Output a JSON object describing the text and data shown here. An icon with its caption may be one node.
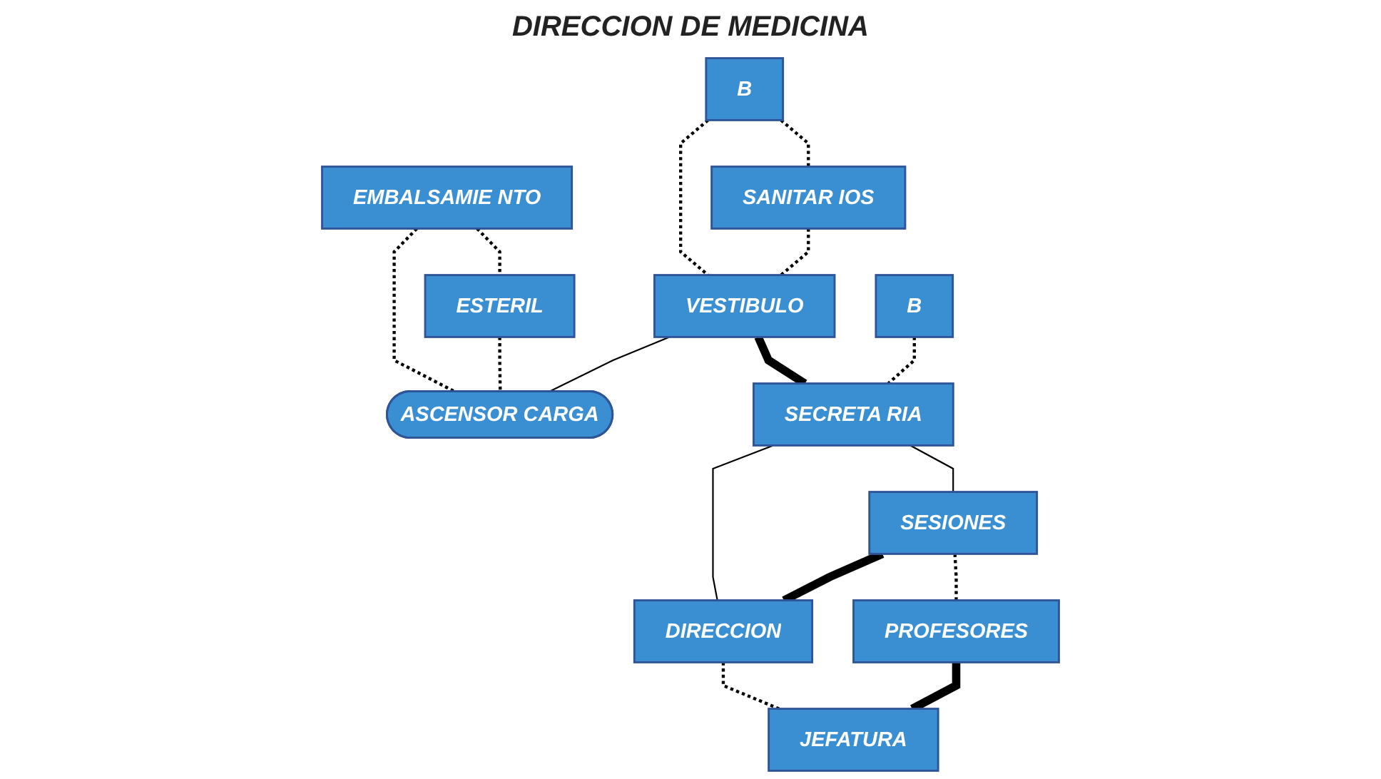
{
  "diagram": {
    "title": "DIRECCION DE MEDICINA",
    "nodes": [
      {
        "text": [
          "B"
        ]
      },
      {
        "text": [
          "SANITAR IOS"
        ]
      },
      {
        "text": [
          "VESTIBULO"
        ]
      },
      {
        "text": [
          "EMBALSAMIE NTO"
        ]
      },
      {
        "text": [
          "ESTERIL"
        ]
      },
      {
        "text": [
          "ASCENSOR CARGA"
        ]
      },
      {
        "text": [
          "B"
        ]
      },
      {
        "text": [
          "SECRETA RIA"
        ]
      },
      {
        "text": [
          "SESIONES"
        ]
      },
      {
        "text": [
          "DIRECCION"
        ]
      },
      {
        "text": [
          "PROFESORES"
        ]
      },
      {
        "text": [
          "JEFATURA"
        ]
      }
    ],
    "edges": [
      {
        "from": 0,
        "to": 2,
        "arrow": "none",
        "style": "dashed"
      },
      {
        "from": 0,
        "to": 1,
        "arrow": "none",
        "style": "dashed"
      },
      {
        "from": 1,
        "to": 2,
        "arrow": "none",
        "style": "dashed"
      },
      {
        "from": 3,
        "to": 4,
        "arrow": "none",
        "style": "dashed"
      },
      {
        "from": 3,
        "to": 5,
        "arrow": "none",
        "style": "dashed"
      },
      {
        "from": 4,
        "to": 5,
        "arrow": "none",
        "style": "dashed"
      },
      {
        "from": 2,
        "to": 5,
        "arrow": "none"
      },
      {
        "from": 2,
        "to": 7,
        "arrow": "none",
        "style": "thick"
      },
      {
        "from": 6,
        "to": 7,
        "arrow": "none",
        "style": "dashed"
      },
      {
        "from": 7,
        "to": 8,
        "arrow": "none"
      },
      {
        "from": 7,
        "to": 9,
        "arrow": "none"
      },
      {
        "from": 8,
        "to": 9,
        "arrow": "none",
        "style": "thick"
      },
      {
        "from": 8,
        "to": 10,
        "arrow": "none",
        "style": "dashed"
      },
      {
        "from": 9,
        "to": 11,
        "arrow": "none",
        "style": "dashed"
      },
      {
        "from": 10,
        "to": 11,
        "arrow": "none",
        "style": "thick"
      }
    ]
  }
}
